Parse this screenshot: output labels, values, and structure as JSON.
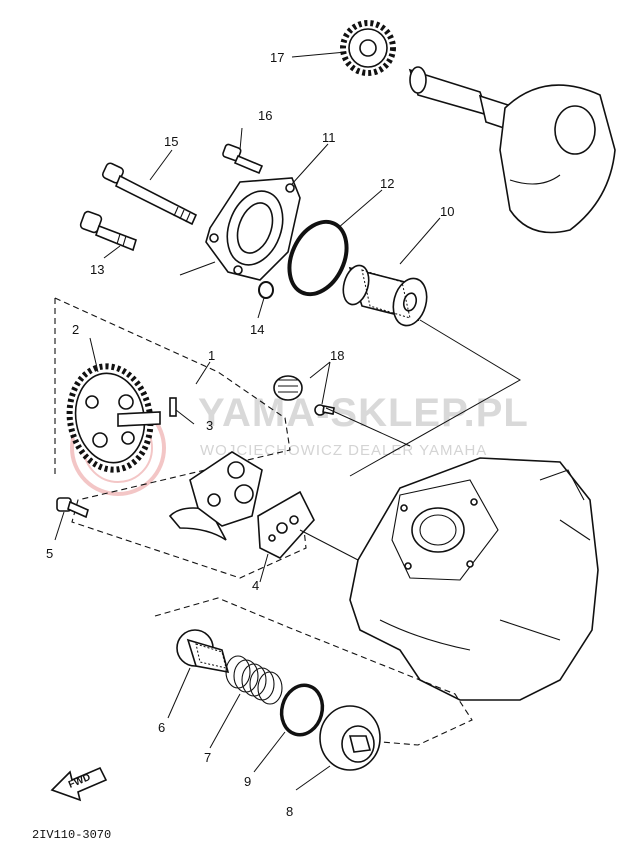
{
  "watermark": {
    "line1": "YAMA-SKLEP.PL",
    "line2": "WOJCIECHOWICZ DEALER YAMAHA"
  },
  "diagram_code": "2IV110-3070",
  "fwd_label": "FWD",
  "callouts": [
    {
      "id": "part-17",
      "label": "17"
    },
    {
      "id": "part-16",
      "label": "16"
    },
    {
      "id": "part-15",
      "label": "15"
    },
    {
      "id": "part-11",
      "label": "11"
    },
    {
      "id": "part-12",
      "label": "12"
    },
    {
      "id": "part-10",
      "label": "10"
    },
    {
      "id": "part-13",
      "label": "13"
    },
    {
      "id": "part-14",
      "label": "14"
    },
    {
      "id": "part-1",
      "label": "1"
    },
    {
      "id": "part-2",
      "label": "2"
    },
    {
      "id": "part-18",
      "label": "18"
    },
    {
      "id": "part-3",
      "label": "3"
    },
    {
      "id": "part-5",
      "label": "5"
    },
    {
      "id": "part-4",
      "label": "4"
    },
    {
      "id": "part-6",
      "label": "6"
    },
    {
      "id": "part-7",
      "label": "7"
    },
    {
      "id": "part-9",
      "label": "9"
    },
    {
      "id": "part-8",
      "label": "8"
    }
  ]
}
